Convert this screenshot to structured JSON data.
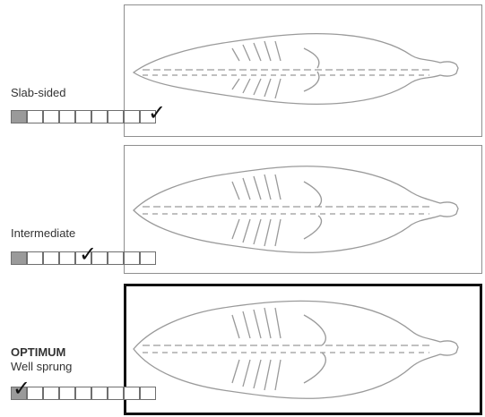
{
  "rows": [
    {
      "label": "Slab-sided",
      "subtitle": "",
      "scale_cells": 9,
      "filled_cells": 1,
      "checked_cell": 9,
      "optimum": false
    },
    {
      "label": "Intermediate",
      "subtitle": "",
      "scale_cells": 9,
      "filled_cells": 1,
      "checked_cell": 5,
      "optimum": false
    },
    {
      "label": "OPTIMUM",
      "subtitle": "Well sprung",
      "scale_cells": 9,
      "filled_cells": 1,
      "checked_cell": 1,
      "optimum": true
    }
  ],
  "checkmark": "✓"
}
